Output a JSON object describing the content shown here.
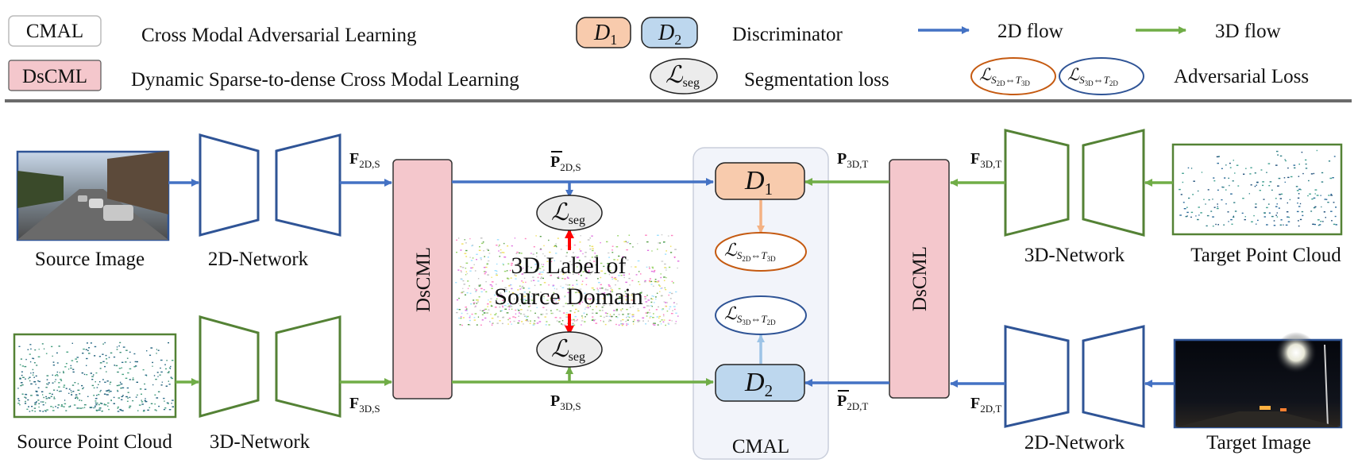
{
  "colors": {
    "blue": "#4472C4",
    "green": "#70AD47",
    "net_blue": "#2F5496",
    "net_green": "#548235",
    "dscml_fill": "#F4C7CC",
    "d1_fill": "#F8CBAD",
    "d2_fill": "#BDD7EE",
    "loss_orange": "#C55A11",
    "loss_blue": "#2F5496",
    "red": "#FF0000",
    "cmal_bg": "#F2F4FA"
  },
  "legend": {
    "cmal_box": "CMAL",
    "cmal_desc": "Cross Modal Adversarial Learning",
    "dscml_box": "DsCML",
    "dscml_desc": "Dynamic Sparse-to-dense Cross Modal Learning",
    "d1_letter": "D",
    "d1_sub": "1",
    "d2_letter": "D",
    "d2_sub": "2",
    "discriminator": "Discriminator",
    "flow2d": "2D flow",
    "flow3d": "3D flow",
    "seg_symbol": "ℒ",
    "seg_sub": "seg",
    "seg_desc": "Segmentation loss",
    "adv_desc": "Adversarial Loss"
  },
  "labels": {
    "source_image": "Source Image",
    "source_point_cloud": "Source Point Cloud",
    "target_point_cloud": "Target Point Cloud",
    "target_image": "Target Image",
    "net2d_left": "2D-Network",
    "net3d_left": "3D-Network",
    "net3d_right": "3D-Network",
    "net2d_right": "2D-Network",
    "dscml_left": "DsCML",
    "dscml_right": "DsCML",
    "cmal": "CMAL",
    "source_label_line1": "3D Label of",
    "source_label_line2": "Source Domain"
  },
  "features": {
    "f2ds": {
      "base": "F",
      "sub": "2D,S"
    },
    "f3ds": {
      "base": "F",
      "sub": "3D,S"
    },
    "p2ds": {
      "base": "P",
      "sub": "2D,S"
    },
    "p3ds": {
      "base": "P",
      "sub": "3D,S"
    },
    "p3dt": {
      "base": "P",
      "sub": "3D,T"
    },
    "f3dt": {
      "base": "F",
      "sub": "3D,T"
    },
    "p2dt": {
      "base": "P",
      "sub": "2D,T"
    },
    "f2dt": {
      "base": "F",
      "sub": "2D,T"
    }
  },
  "losses": {
    "l_s2d_t3d": {
      "S": "S",
      "S_sub": "2D",
      "arrow": "⇔",
      "T": "T",
      "T_sub": "3D"
    },
    "l_s3d_t2d": {
      "S": "S",
      "S_sub": "3D",
      "arrow": "⇔",
      "T": "T",
      "T_sub": "2D"
    }
  }
}
